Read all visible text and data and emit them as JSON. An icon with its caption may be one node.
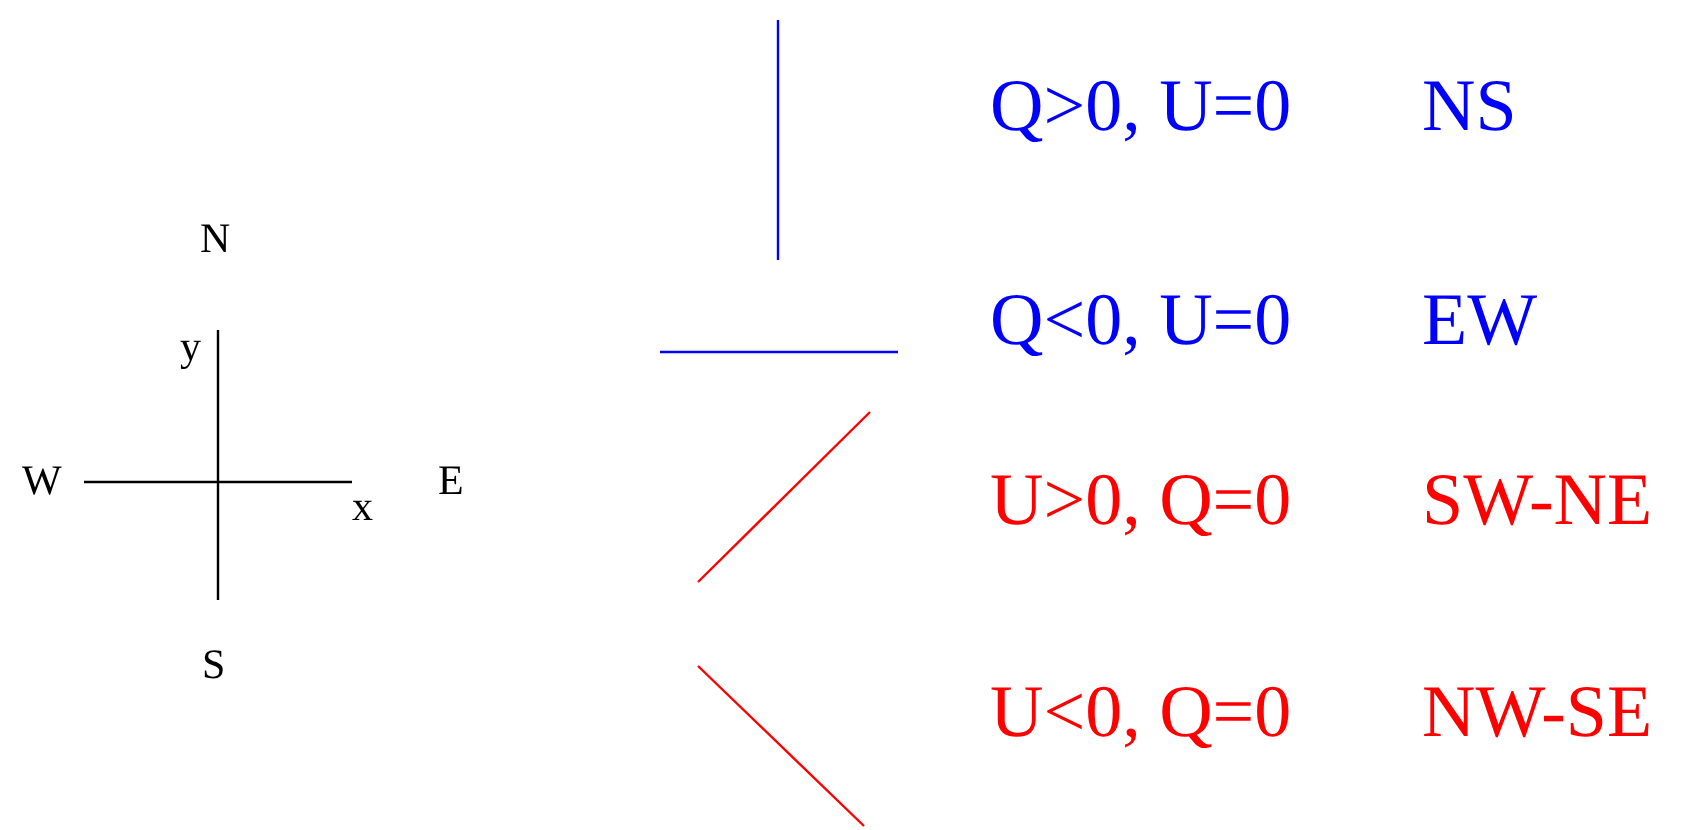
{
  "diagram": {
    "labels": [
      "Q>0, U=0",
      "NS",
      "N",
      "Q<0, U=0",
      "EW",
      "y",
      "W",
      "x",
      "E",
      "U>0, Q=0",
      "SW-NE",
      "S",
      "U<0, Q=0",
      "NW-SE"
    ]
  }
}
